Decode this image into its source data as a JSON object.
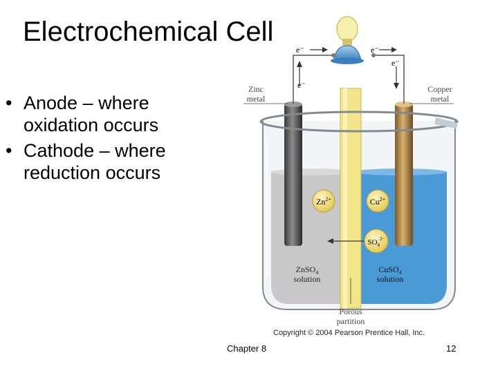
{
  "slide": {
    "title": "Electrochemical Cell",
    "bullets": [
      {
        "label": "Anode – where oxidation occurs",
        "lines": [
          "Anode – where",
          "oxidation occurs"
        ]
      },
      {
        "label": "Cathode – where reduction occurs",
        "lines": [
          "Cathode – where",
          "reduction occurs"
        ]
      }
    ],
    "bullet_symbol": "•",
    "footer_chapter": "Chapter 8",
    "page_number": "12"
  },
  "diagram": {
    "electron_label": "e⁻",
    "zinc_label": [
      "Zinc",
      "metal"
    ],
    "copper_label": [
      "Copper",
      "metal"
    ],
    "ions": {
      "zn": "Zn",
      "zn_charge": "2+",
      "cu": "Cu",
      "cu_charge": "2+",
      "so4": "SO",
      "so4_sub": "4",
      "so4_charge": "2−"
    },
    "left_solution": [
      "ZnSO",
      "4",
      "solution"
    ],
    "right_solution": [
      "CuSO",
      "4",
      "solution"
    ],
    "partition_label": [
      "Porous",
      "partition"
    ],
    "copyright": "Copyright © 2004 Pearson Prentice Hall, Inc.",
    "colors": {
      "zinc_solution": "#c8c8c8",
      "copper_solution": "#4a9ad8",
      "partition": "#f3e58a",
      "copper_electrode": "#b08848",
      "bulb": "#f7f1b0"
    }
  }
}
